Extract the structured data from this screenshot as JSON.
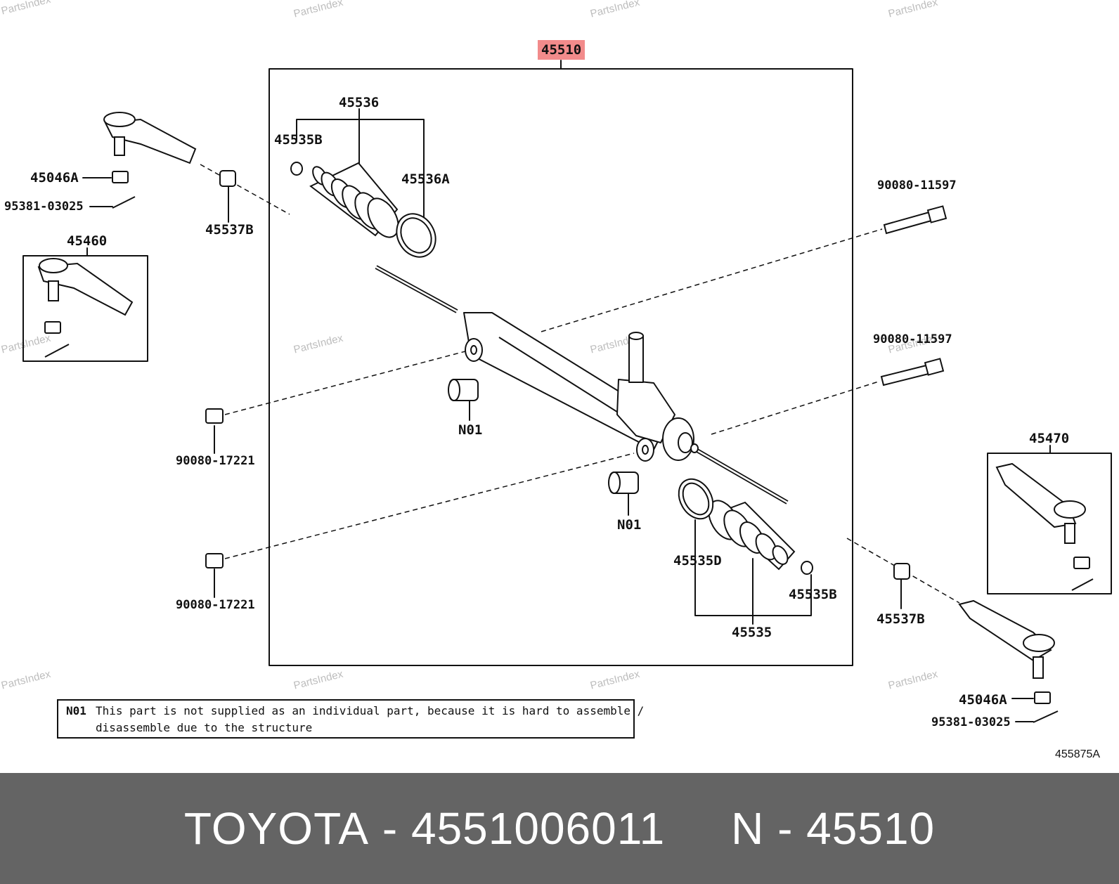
{
  "watermark": "PartsIndex",
  "diagram": {
    "main_assembly": "45510",
    "labels": {
      "l_45536": "45536",
      "l_45535B_top": "45535B",
      "l_45536A": "45536A",
      "l_45046A_left": "45046A",
      "l_95381_left": "95381-03025",
      "l_45537B_left": "45537B",
      "l_45460": "45460",
      "l_90080_11597_a": "90080-11597",
      "l_90080_11597_b": "90080-11597",
      "l_90080_17221_a": "90080-17221",
      "l_90080_17221_b": "90080-17221",
      "l_N01_a": "N01",
      "l_N01_b": "N01",
      "l_45535D": "45535D",
      "l_45535B_bottom": "45535B",
      "l_45535": "45535",
      "l_45470": "45470",
      "l_45537B_right": "45537B",
      "l_45046A_right": "45046A",
      "l_95381_right": "95381-03025"
    },
    "note": {
      "id": "N01",
      "line1": "This part is not supplied as an individual part, because it is hard to assemble /",
      "line2": "disassemble due to the structure"
    },
    "ref_code": "455875A"
  },
  "footer": {
    "brand": "TOYOTA",
    "separator1": " - ",
    "part_number": "4551006011",
    "gap": "     ",
    "n_prefix": "N",
    "separator2": " - ",
    "n_code": "45510"
  }
}
